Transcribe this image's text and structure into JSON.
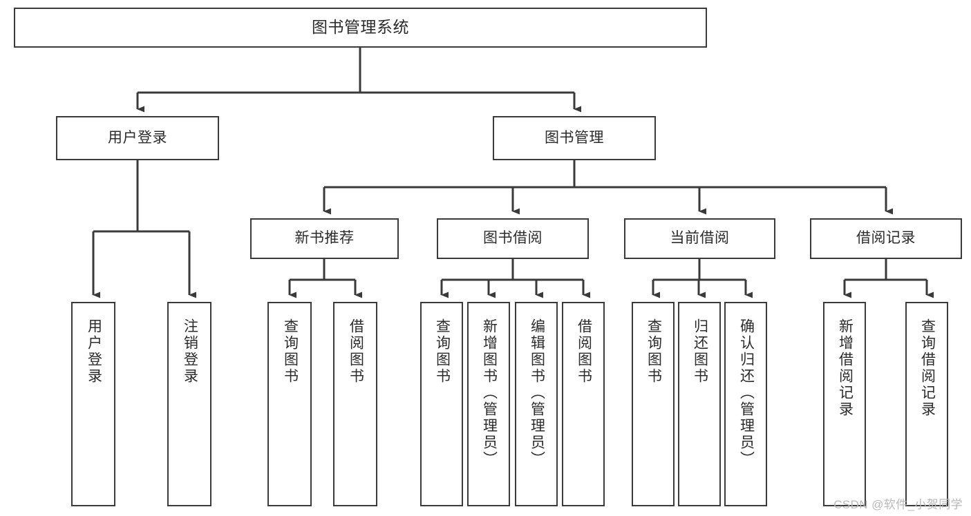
{
  "diagram": {
    "title": "图书管理系统",
    "type": "tree-hierarchy-chart",
    "watermark": "CSDN @软件_小贺同学",
    "colors": {
      "stroke": "#3a3a3a",
      "box_fill": "#ffffff",
      "text": "#2b2b2b",
      "background": "#ffffff",
      "watermark": "#b9b9b9"
    },
    "nodes": {
      "root": {
        "label": "图书管理系统"
      },
      "level2": [
        {
          "label": "用户登录"
        },
        {
          "label": "图书管理"
        }
      ],
      "level3": [
        {
          "label": "新书推荐"
        },
        {
          "label": "图书借阅"
        },
        {
          "label": "当前借阅"
        },
        {
          "label": "借阅记录"
        }
      ],
      "leaves": {
        "user_login": [
          {
            "label": "用户登录"
          },
          {
            "label": "注销登录"
          }
        ],
        "new_book_recommend": [
          {
            "label": "查询图书"
          },
          {
            "label": "借阅图书"
          }
        ],
        "book_borrow": [
          {
            "label": "查询图书"
          },
          {
            "label": "新增图书（管理员）"
          },
          {
            "label": "编辑图书（管理员）"
          },
          {
            "label": "借阅图书"
          }
        ],
        "current_borrow": [
          {
            "label": "查询图书"
          },
          {
            "label": "归还图书"
          },
          {
            "label": "确认归还（管理员）"
          }
        ],
        "borrow_record": [
          {
            "label": "新增借阅记录"
          },
          {
            "label": "查询借阅记录"
          }
        ]
      }
    }
  }
}
